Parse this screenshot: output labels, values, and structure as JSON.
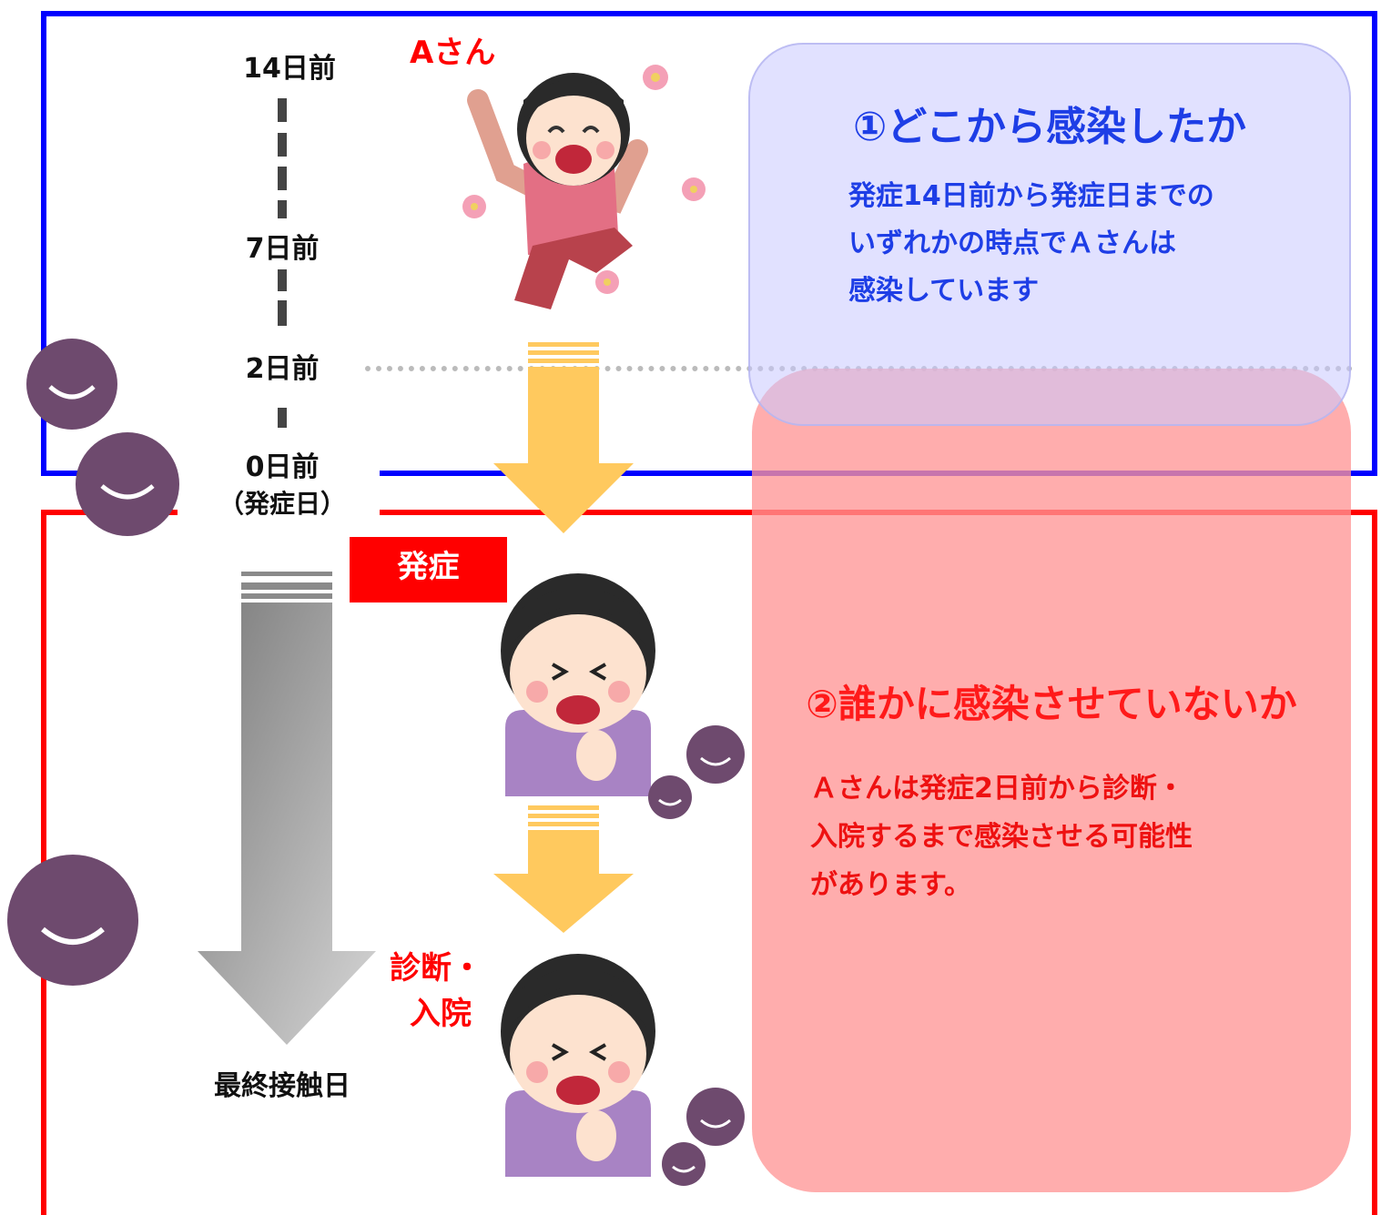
{
  "timeline": {
    "day14": "14日前",
    "day7": "7日前",
    "day2": "2日前",
    "day0": "0日前",
    "day0_sub": "（発症日）",
    "last_contact": "最終接触日"
  },
  "labels": {
    "person": "Aさん",
    "onset": "発症",
    "diagnosis_1": "診断・",
    "diagnosis_2": "入院"
  },
  "panel1": {
    "title": "①どこから感染したか",
    "line1": "発症14日前から発症日までの",
    "line2": "いずれかの時点でＡさんは",
    "line3": "感染しています"
  },
  "panel2": {
    "title": "②誰かに感染させていないか",
    "line1": "Ａさんは発症2日前から診断・",
    "line2": "入院するまで感染させる可能性",
    "line3": "があります。"
  },
  "colors": {
    "blue_frame": "#0000ff",
    "red_frame": "#ff0000",
    "arrow_yellow": "#ffc95e",
    "virus": "#6e4a6e"
  }
}
